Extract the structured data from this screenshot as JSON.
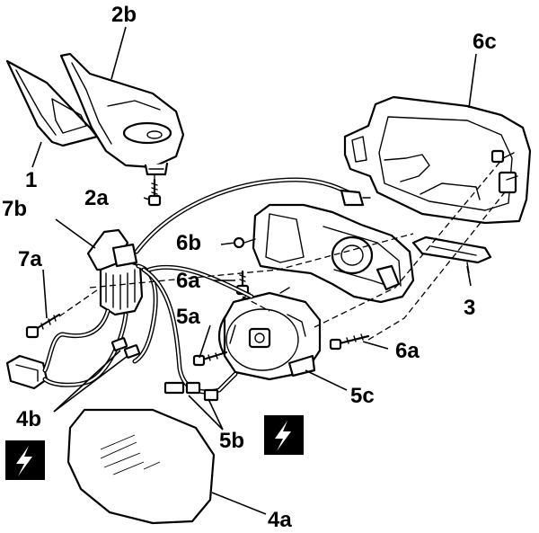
{
  "labels": {
    "l1": "1",
    "l2b": "2b",
    "l2a": "2a",
    "l3": "3",
    "l4a": "4a",
    "l4b": "4b",
    "l5a": "5a",
    "l5b": "5b",
    "l5c": "5c",
    "l6a_top": "6a",
    "l6a_right": "6a",
    "l6b": "6b",
    "l6c": "6c",
    "l7a": "7a",
    "l7b": "7b"
  },
  "icons": {
    "warning_left": "electrical-hazard-icon",
    "warning_right": "electrical-hazard-icon"
  },
  "colors": {
    "line": "#000000",
    "background": "#ffffff"
  }
}
